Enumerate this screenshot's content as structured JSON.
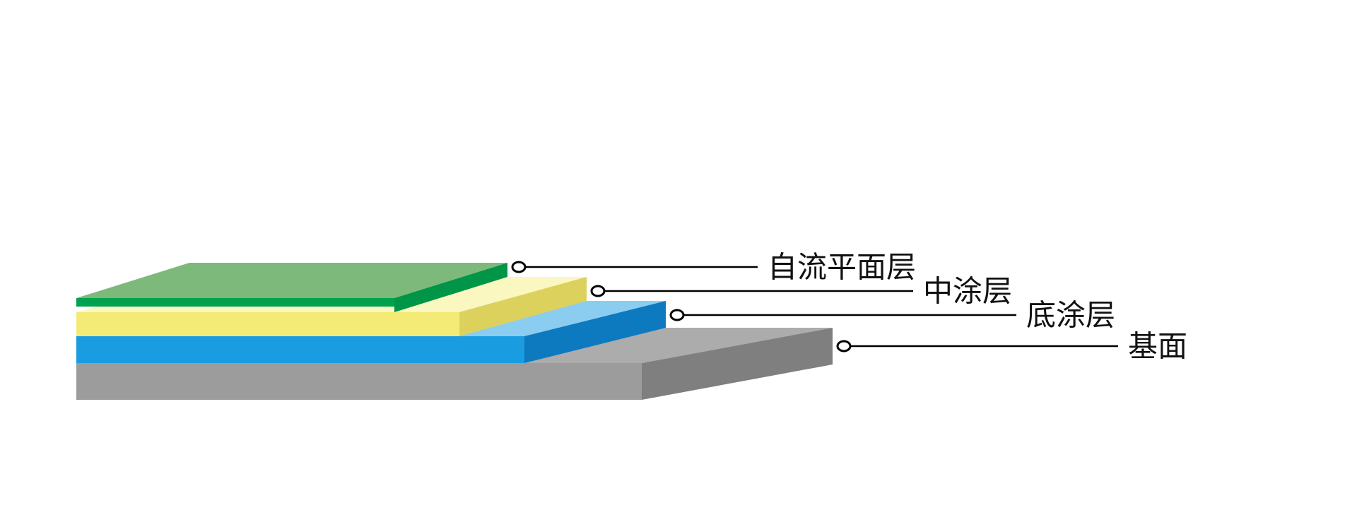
{
  "diagram": {
    "type": "layer-stack",
    "description": "Floor coating system cross-section",
    "text_color": "#111111",
    "background": "#ffffff",
    "callout": {
      "line_color": "#000000",
      "marker_fill": "#ffffff",
      "marker_stroke": "#000000"
    },
    "layers": [
      {
        "name": "self-leveling-topcoat",
        "label": "自流平面层",
        "top_color": "#7db97b",
        "front_color": "#00a24e",
        "side_color": "#009547"
      },
      {
        "name": "middle-coat",
        "label": "中涂层",
        "top_color": "#faf7c0",
        "front_color": "#f3eb75",
        "side_color": "#ddd15e"
      },
      {
        "name": "primer-coat",
        "label": "底涂层",
        "top_color": "#8bcdf0",
        "front_color": "#1a9ce1",
        "side_color": "#0d7ac0"
      },
      {
        "name": "substrate",
        "label": "基面",
        "top_color": "#acacac",
        "front_color": "#9c9c9c",
        "side_color": "#7f7f7f"
      }
    ]
  }
}
